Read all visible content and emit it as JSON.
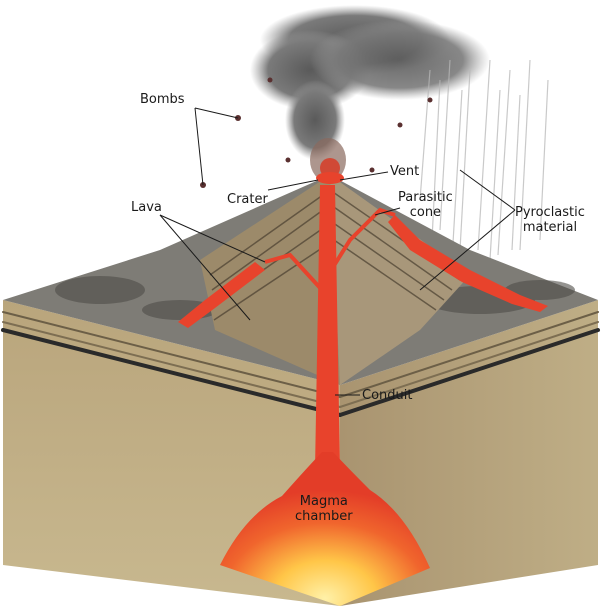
{
  "labels": {
    "bombs": "Bombs",
    "crater": "Crater",
    "vent": "Vent",
    "lava": "Lava",
    "parasitic_cone": "Parasitic\ncone",
    "pyroclastic_material": "Pyroclastic\nmaterial",
    "conduit": "Conduit",
    "magma_chamber": "Magma\nchamber"
  },
  "colors": {
    "magma": "#e8432c",
    "magma_hot": "#ffd24a",
    "sediment": "#bba77f",
    "sediment_dark": "#8e7d5c",
    "surface": "#7c7a74",
    "ash": "#5d5d5d"
  }
}
